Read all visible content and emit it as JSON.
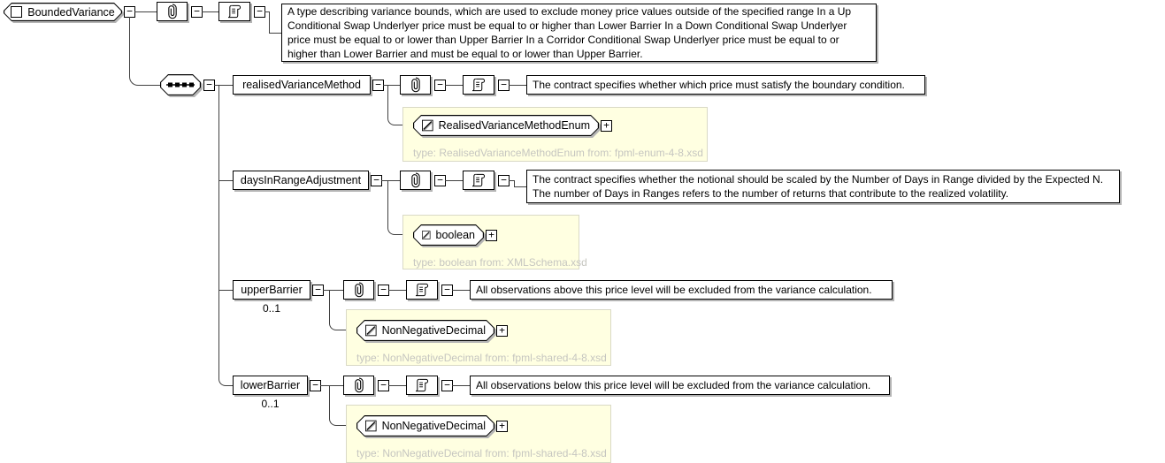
{
  "icons": {
    "collapse_glyph": "−",
    "expand_glyph": "+"
  },
  "colors": {
    "panel_bg": "#ffffe1",
    "caption_text": "#c6c6c0",
    "shadow": "#b4b4b4",
    "line": "#404040"
  },
  "root": {
    "name": "BoundedVariance",
    "annotation": "A type describing variance bounds, which are used to exclude money price values outside of the specified range In a Up\nConditional Swap Underlyer price must be equal to or higher than Lower Barrier In a Down Conditional Swap Underlyer\nprice must be equal to or lower than Upper Barrier In a Corridor Conditional Swap Underlyer price must be equal to or\nhigher than Lower Barrier and must be equal to or lower than Upper Barrier."
  },
  "children": [
    {
      "name": "realisedVarianceMethod",
      "annotation": "The contract specifies whether which price must satisfy the boundary condition.",
      "type": {
        "name": "RealisedVarianceMethodEnum",
        "caption": "type: RealisedVarianceMethodEnum from: fpml-enum-4-8.xsd"
      }
    },
    {
      "name": "daysInRangeAdjustment",
      "annotation": "The contract specifies whether the notional should be scaled by the Number of Days in Range divided by the Expected N.\nThe number of Days in Ranges refers to the number of returns that contribute to the realized volatility.",
      "type": {
        "name": "boolean",
        "caption": "type: boolean from: XMLSchema.xsd"
      }
    },
    {
      "name": "upperBarrier",
      "cardinality": "0..1",
      "annotation": "All observations above this price level will be excluded from the variance calculation.",
      "type": {
        "name": "NonNegativeDecimal",
        "caption": "type: NonNegativeDecimal from: fpml-shared-4-8.xsd"
      }
    },
    {
      "name": "lowerBarrier",
      "cardinality": "0..1",
      "annotation": "All observations below this price level will be excluded from the variance calculation.",
      "type": {
        "name": "NonNegativeDecimal",
        "caption": "type: NonNegativeDecimal from: fpml-shared-4-8.xsd"
      }
    }
  ]
}
